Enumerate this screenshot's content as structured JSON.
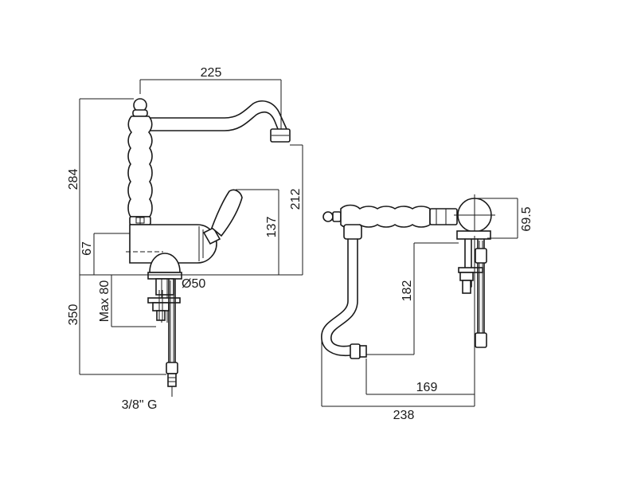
{
  "dimensions": {
    "spout_reach": "225",
    "total_height": "284",
    "spout_height": "212",
    "handle_height": "137",
    "body_height": "67",
    "max_deck": "Max 80",
    "base_diameter": "Ø50",
    "hose_length": "350",
    "connection": "3/8\" G",
    "pipe_height": "182",
    "side_height": "69.5",
    "pipe_offset": "169",
    "total_depth": "238"
  }
}
